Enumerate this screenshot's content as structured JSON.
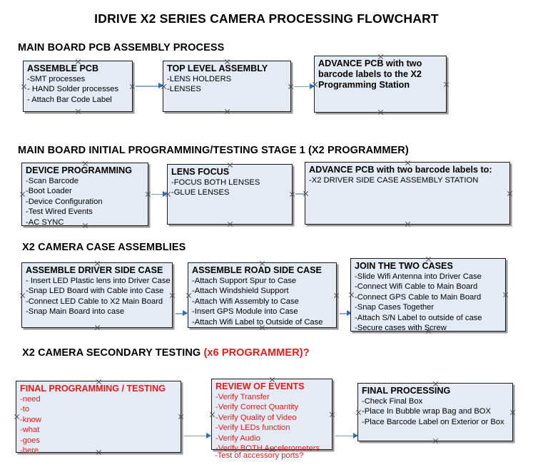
{
  "document": {
    "title": "IDRIVE X2  SERIES CAMERA PROCESSING FLOWCHART"
  },
  "sections": [
    {
      "id": "main-board-pcb-assembly",
      "title": "MAIN BOARD PCB ASSEMBLY PROCESS",
      "title_highlight": "",
      "nodes": [
        {
          "id": "assemble-pcb",
          "header": "ASSEMBLE PCB",
          "lines": [
            "-SMT processes",
            "- HAND Solder processes",
            "- Attach Bar Code Label"
          ]
        },
        {
          "id": "top-level-assembly",
          "header": "TOP LEVEL ASSEMBLY",
          "lines": [
            "-LENS HOLDERS",
            "-LENSES"
          ]
        },
        {
          "id": "advance-pcb-x2-programming-station",
          "header": "ADVANCE PCB with two barcode labels to the  X2 Programming Station",
          "lines": []
        }
      ]
    },
    {
      "id": "main-board-initial-programming",
      "title": "MAIN BOARD INITIAL PROGRAMMING/TESTING STAGE 1 (X2 PROGRAMMER)",
      "title_highlight": "",
      "nodes": [
        {
          "id": "device-programming",
          "header": "DEVICE PROGRAMMING",
          "lines": [
            "-Scan Barcode",
            "-Boot Loader",
            "-Device Configuration",
            "-Test Wired Events",
            "-AC SYNC"
          ]
        },
        {
          "id": "lens-focus",
          "header": "LENS FOCUS",
          "lines": [
            "-FOCUS BOTH LENSES",
            "-GLUE LENSES"
          ]
        },
        {
          "id": "advance-pcb-driver-side-case",
          "header": "ADVANCE PCB with two barcode labels to:",
          "lines": [
            "-X2 DRIVER  SIDE  CASE  ASSEMBLY STATION"
          ]
        }
      ]
    },
    {
      "id": "x2-camera-case-assemblies",
      "title": "X2 CAMERA CASE ASSEMBLIES",
      "title_highlight": "",
      "nodes": [
        {
          "id": "assemble-driver-side-case",
          "header": "ASSEMBLE DRIVER SIDE CASE",
          "lines": [
            "- Insert LED Plastic lens into Driver Case",
            "-Snap LED Board with Cable into Case",
            "-Connect LED Cable to X2 Main Board",
            "-Snap Main Board into case"
          ]
        },
        {
          "id": "assemble-road-side-case",
          "header": "ASSEMBLE ROAD SIDE CASE",
          "lines": [
            "-Attach Support Spur to Case",
            "-Attach Windshield Support",
            "-Attach Wifi Assembly to Case",
            "-Insert GPS Module into Case",
            "-Attach Wifi Label to Outside of Case"
          ]
        },
        {
          "id": "join-the-two-cases",
          "header": "JOIN THE TWO CASES",
          "lines": [
            "-Slide Wifi Antenna into Driver Case",
            "-Connect Wifi Cable to Main Board",
            "-Connect GPS Cable to Main Board",
            "-Snap Cases Together",
            "-Attach S/N Label to outside of case",
            "-Secure cases with Screw"
          ]
        }
      ]
    },
    {
      "id": "x2-camera-secondary-testing",
      "title": "X2 CAMERA SECONDARY TESTING ",
      "title_highlight": "(x6 PROGRAMMER)?",
      "nodes": [
        {
          "id": "final-programming-testing",
          "header": "FINAL PROGRAMMING / TESTING",
          "lines": [
            "-need",
            "-to",
            "-know",
            "-what",
            "-goes",
            "-here"
          ]
        },
        {
          "id": "review-of-events",
          "header": "REVIEW OF EVENTS",
          "lines": [
            "-Verify Transfer",
            "-Verify Correct Quantity",
            "-Verify Quality of Video",
            "-Verify LEDs function",
            "-Verify Audio",
            "-Verify BOTH Accelerometers"
          ],
          "overflow_line": "-Test of accessory ports?"
        },
        {
          "id": "final-processing",
          "header": "FINAL PROCESSING",
          "lines": [
            " -Check Final Box",
            "-Place In Bubble wrap Bag and BOX",
            "-Place Barcode Label on Exterior or Box"
          ]
        }
      ]
    }
  ],
  "colors": {
    "node_fill": "#e4ebf5",
    "node_border": "#1b1b1b",
    "node_shadow": "#9a9a9a",
    "connector": "#8ea9c4",
    "arrow_head": "#2a6ebb",
    "highlight_text": "#e01b1b",
    "body_text": "#000000"
  }
}
